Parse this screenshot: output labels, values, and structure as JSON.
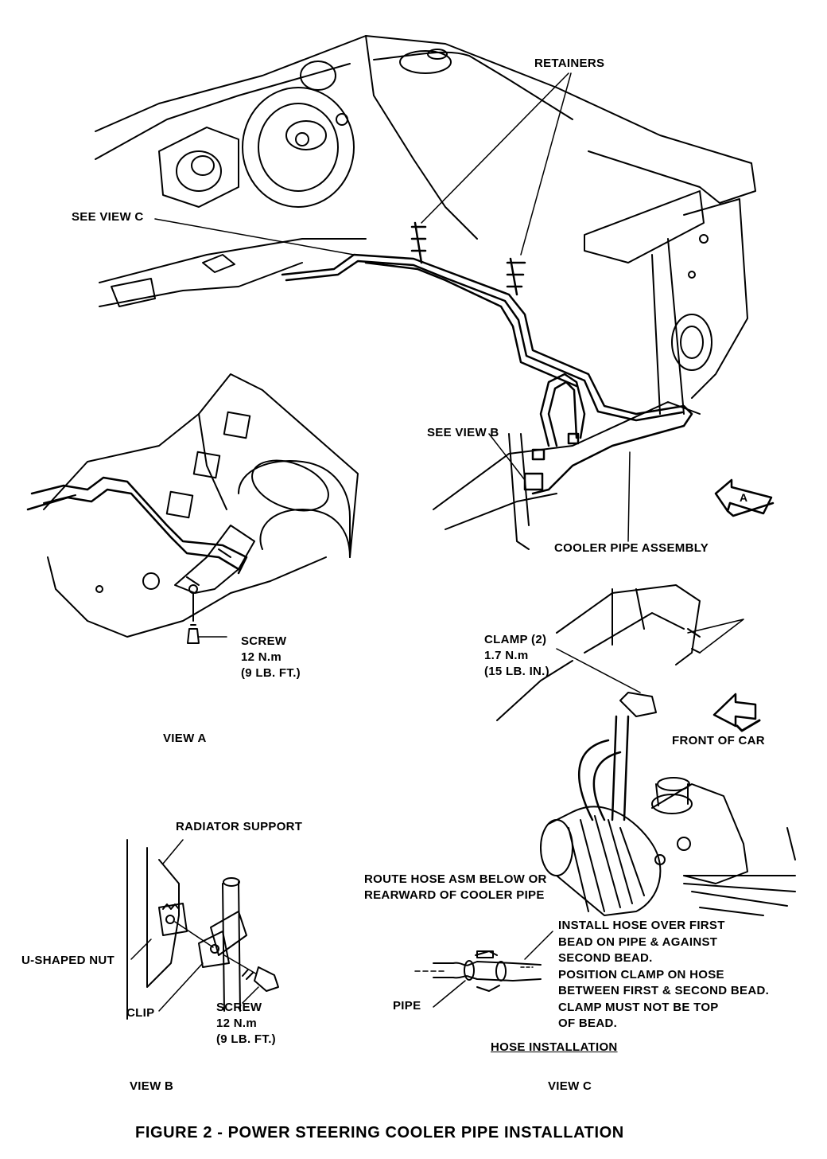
{
  "figure": {
    "caption": "FIGURE 2 - POWER STEERING COOLER PIPE INSTALLATION"
  },
  "main_view": {
    "retainers": "RETAINERS",
    "see_view_c": "SEE VIEW C",
    "see_view_b": "SEE VIEW B",
    "arrow_a": "A",
    "cooler_pipe_assembly": "COOLER PIPE ASSEMBLY"
  },
  "view_a": {
    "screw_label": "SCREW\n12 N.m\n(9 LB. FT.)",
    "title": "VIEW A"
  },
  "view_b": {
    "radiator_support": "RADIATOR SUPPORT",
    "u_shaped_nut": "U-SHAPED NUT",
    "clip": "CLIP",
    "screw_label": "SCREW\n12 N.m\n(9 LB. FT.)",
    "title": "VIEW B"
  },
  "view_c": {
    "clamp_label": "CLAMP (2)\n1.7 N.m\n(15 LB. IN.)",
    "front_of_car": "FRONT OF CAR",
    "route_hose": "ROUTE HOSE ASM BELOW OR\nREARWARD OF COOLER PIPE",
    "install_note": "INSTALL HOSE OVER FIRST\nBEAD ON PIPE & AGAINST\nSECOND BEAD.\nPOSITION CLAMP ON HOSE\nBETWEEN FIRST & SECOND BEAD.\nCLAMP MUST NOT BE TOP\nOF BEAD.",
    "pipe": "PIPE",
    "hose_installation": "HOSE INSTALLATION",
    "title": "VIEW C"
  }
}
